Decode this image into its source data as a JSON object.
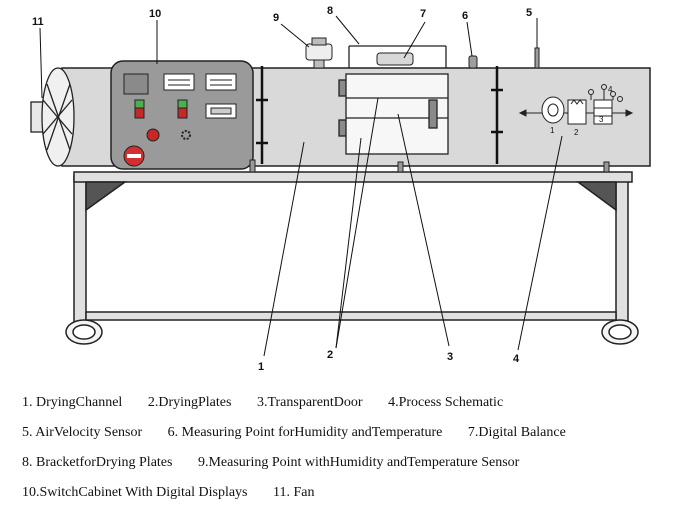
{
  "callouts": [
    {
      "id": "c1",
      "number": "1"
    },
    {
      "id": "c2",
      "number": "2"
    },
    {
      "id": "c3",
      "number": "3"
    },
    {
      "id": "c4",
      "number": "4"
    },
    {
      "id": "c5",
      "number": "5"
    },
    {
      "id": "c6",
      "number": "6"
    },
    {
      "id": "c7",
      "number": "7"
    },
    {
      "id": "c8",
      "number": "8"
    },
    {
      "id": "c9",
      "number": "9"
    },
    {
      "id": "c10",
      "number": "10"
    },
    {
      "id": "c11",
      "number": "11"
    }
  ],
  "schematic_labels": [
    "1",
    "2",
    "3",
    "4"
  ],
  "legend": [
    [
      "1. DryingChannel",
      "2.DryingPlates",
      "3.TransparentDoor",
      "4.Process Schematic"
    ],
    [
      "5. AirVelocity Sensor",
      "6. Measuring Point forHumidity andTemperature",
      "7.Digital Balance"
    ],
    [
      "8. BracketforDrying Plates",
      "9.Measuring Point withHumidity andTemperature Sensor"
    ],
    [
      "10.SwitchCabinet With Digital Displays",
      "11. Fan"
    ]
  ]
}
